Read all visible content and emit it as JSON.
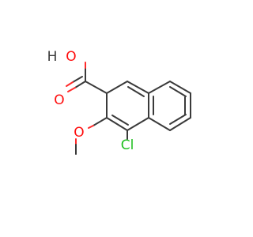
{
  "molecule": {
    "atoms": {
      "carboxyl_oh_o": "O",
      "carboxyl_oh_h": "H",
      "carbonyl_o": "O",
      "methoxy_o": "O",
      "chlorine": "Cl"
    },
    "colors": {
      "bond": "#3a3a3a",
      "oxygen": "#ff0d0d",
      "chlorine": "#1fbf1f",
      "hydrogen": "#3a3a3a"
    }
  }
}
